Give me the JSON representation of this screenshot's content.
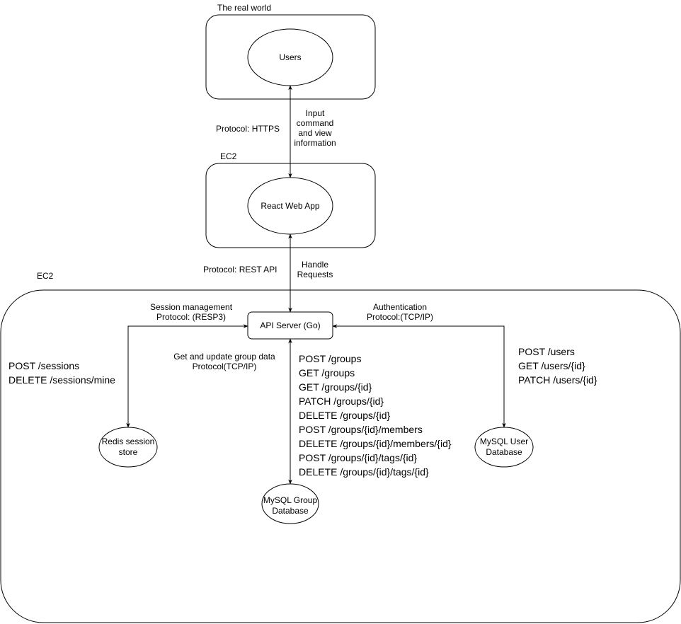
{
  "containers": {
    "real_world": "The real world",
    "ec2_web": "EC2",
    "ec2_backend": "EC2"
  },
  "nodes": {
    "users": "Users",
    "react_app": "React Web App",
    "api_server": "API Server (Go)",
    "redis": [
      "Redis session",
      "store"
    ],
    "mysql_user": [
      "MySQL User",
      "Database"
    ],
    "mysql_group": [
      "MySQL Group",
      "Database"
    ]
  },
  "edges": {
    "https_protocol": "Protocol: HTTPS",
    "https_desc": [
      "Input",
      "command",
      "and view",
      "information"
    ],
    "rest_protocol": "Protocol: REST API",
    "rest_desc": [
      "Handle",
      "Requests"
    ],
    "session": [
      "Session management",
      "Protocol: (RESP3)"
    ],
    "auth": [
      "Authentication",
      "Protocol:(TCP/IP)"
    ],
    "group": [
      "Get and update group data",
      "Protocol(TCP/IP)"
    ]
  },
  "endpoints": {
    "sessions": [
      "POST /sessions",
      "DELETE /sessions/mine"
    ],
    "users": [
      "POST /users",
      "GET /users/{id}",
      "PATCH /users/{id}"
    ],
    "groups": [
      "POST /groups",
      "GET /groups",
      "GET /groups/{id}",
      "PATCH /groups/{id}",
      "DELETE /groups/{id}",
      "POST /groups/{id}/members",
      "DELETE /groups/{id}/members/{id}",
      "POST /groups/{id}/tags/{id}",
      "DELETE /groups/{id}/tags/{id}"
    ]
  }
}
